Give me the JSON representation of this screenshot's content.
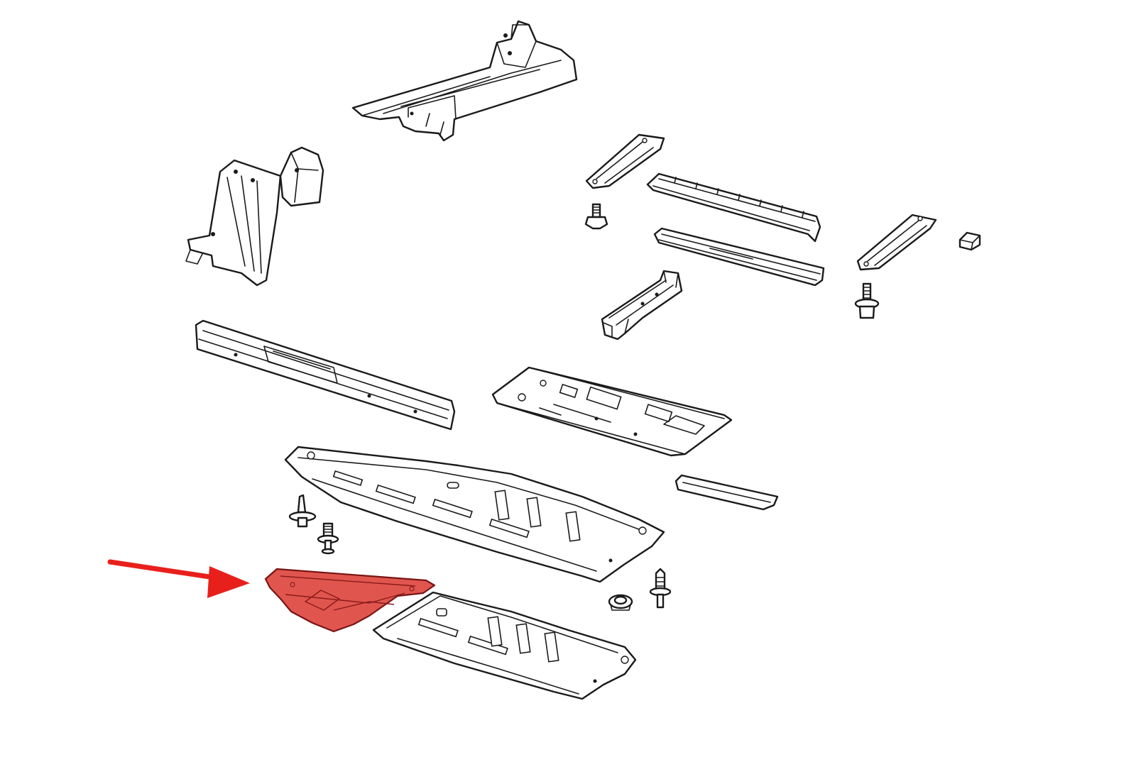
{
  "colors": {
    "background": "#ffffff",
    "line": "#1a1a1a",
    "highlight_fill": "#e0564f",
    "arrow": "#e8201c"
  },
  "parts": [
    {
      "name": "front-floor-pan-rail-assembly"
    },
    {
      "name": "front-side-bracket-assembly"
    },
    {
      "name": "short-crossmember-bracket-upper"
    },
    {
      "name": "long-crossmember-rail-upper"
    },
    {
      "name": "long-crossmember-rail-lower"
    },
    {
      "name": "short-crossmember-bracket-right"
    },
    {
      "name": "small-spacer-block"
    },
    {
      "name": "seat-mount-bracket"
    },
    {
      "name": "side-sill-rail"
    },
    {
      "name": "center-floor-panel"
    },
    {
      "name": "upper-underbody-shield"
    },
    {
      "name": "small-rear-bracket"
    },
    {
      "name": "lower-underbody-shield"
    },
    {
      "name": "highlighted-front-underbody-panel"
    }
  ],
  "fasteners": [
    {
      "name": "upper-bolt"
    },
    {
      "name": "right-flange-bolt"
    },
    {
      "name": "left-screw"
    },
    {
      "name": "left-stud-bolt"
    },
    {
      "name": "push-clip"
    },
    {
      "name": "flange-nut"
    }
  ],
  "indicator": {
    "name": "red-pointer-arrow",
    "target": "highlighted-front-underbody-panel"
  }
}
